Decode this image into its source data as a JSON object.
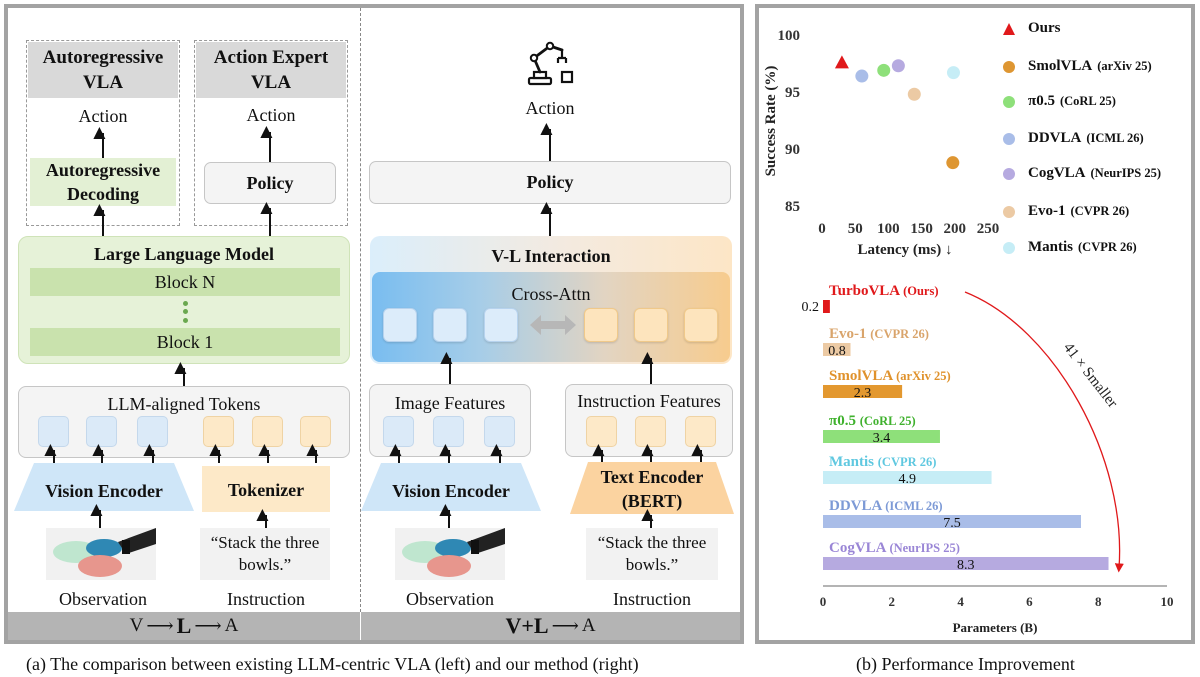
{
  "left": {
    "ar_title": "Autoregressive VLA",
    "ae_title": "Action Expert VLA",
    "ar_action": "Action",
    "ae_action": "Action",
    "ar_decoding": "Autoregressive Decoding",
    "policy": "Policy",
    "llm_title": "Large Language Model",
    "block_n": "Block N",
    "block_1": "Block 1",
    "tokens_label": "LLM-aligned Tokens",
    "vision_encoder": "Vision Encoder",
    "tokenizer": "Tokenizer",
    "instruction_quote": "“Stack the three bowls.”",
    "observation": "Observation",
    "instruction": "Instruction",
    "formula": {
      "v": "V",
      "l": "L",
      "a": "A"
    }
  },
  "right": {
    "action": "Action",
    "policy": "Policy",
    "vl_title": "V-L Interaction",
    "cross_attn": "Cross-Attn",
    "image_features": "Image Features",
    "instruction_features": "Instruction Features",
    "vision_encoder": "Vision Encoder",
    "text_encoder_line1": "Text Encoder",
    "text_encoder_line2": "(BERT)",
    "instruction_quote": "“Stack the three bowls.”",
    "observation": "Observation",
    "instruction": "Instruction",
    "formula": {
      "vl": "V+L",
      "a": "A"
    }
  },
  "captions": {
    "a": "(a) The comparison between existing LLM-centric VLA (left) and our method (right)",
    "b": "(b) Performance Improvement"
  },
  "icons": [
    "robot-arm-icon",
    "observation-image"
  ],
  "chart_data": [
    {
      "type": "scatter",
      "xlabel": "Latency (ms) ↓",
      "ylabel": "Success Rate (%)",
      "xlim": [
        0,
        250
      ],
      "ylim": [
        85,
        100
      ],
      "xticks": [
        "0",
        "50",
        "100",
        "150",
        "200",
        "250"
      ],
      "yticks": [
        "85",
        "90",
        "95",
        "100"
      ],
      "legend_position": "right",
      "series": [
        {
          "name": "Ours",
          "venue": "",
          "x": 30,
          "y": 97.6,
          "color": "#e0191b",
          "marker": "triangle"
        },
        {
          "name": "SmolVLA",
          "venue": "(arXiv 25)",
          "x": 197,
          "y": 88.8,
          "color": "#de9632",
          "marker": "circle"
        },
        {
          "name": "π0.5",
          "venue": "(CoRL 25)",
          "x": 93,
          "y": 96.9,
          "color": "#8ee07a",
          "marker": "circle"
        },
        {
          "name": "DDVLA",
          "venue": "(ICML 26)",
          "x": 60,
          "y": 96.4,
          "color": "#a9bde8",
          "marker": "circle"
        },
        {
          "name": "CogVLA",
          "venue": "(NeurIPS 25)",
          "x": 115,
          "y": 97.3,
          "color": "#b6aae0",
          "marker": "circle"
        },
        {
          "name": "Evo-1",
          "venue": "(CVPR 26)",
          "x": 139,
          "y": 94.8,
          "color": "#eccaa4",
          "marker": "circle"
        },
        {
          "name": "Mantis",
          "venue": "(CVPR 26)",
          "x": 198,
          "y": 96.7,
          "color": "#c6edf6",
          "marker": "circle"
        }
      ]
    },
    {
      "type": "bar",
      "orientation": "horizontal",
      "xlabel": "Parameters (B)",
      "xlim": [
        0,
        10
      ],
      "xticks": [
        "0",
        "2",
        "4",
        "6",
        "8",
        "10"
      ],
      "annotation": "41 × Smaller",
      "bars": [
        {
          "name": "TurboVLA",
          "venue": "(Ours)",
          "value": 0.2,
          "label": "0.2",
          "color": "#e0191b",
          "text_color": "#e0191b"
        },
        {
          "name": "Evo-1",
          "venue": "(CVPR 26)",
          "value": 0.8,
          "label": "0.8",
          "color": "#eccaa4",
          "text_color": "#d9a46b"
        },
        {
          "name": "SmolVLA",
          "venue": "(arXiv 25)",
          "value": 2.3,
          "label": "2.3",
          "color": "#e3982f",
          "text_color": "#e0922c"
        },
        {
          "name": "π0.5",
          "venue": "(CoRL 25)",
          "value": 3.4,
          "label": "3.4",
          "color": "#8ee07a",
          "text_color": "#3fb12d"
        },
        {
          "name": "Mantis",
          "venue": "(CVPR 26)",
          "value": 4.9,
          "label": "4.9",
          "color": "#c6edf6",
          "text_color": "#5fc8e0"
        },
        {
          "name": "DDVLA",
          "venue": "(ICML 26)",
          "value": 7.5,
          "label": "7.5",
          "color": "#a9bde8",
          "text_color": "#7d9ad6"
        },
        {
          "name": "CogVLA",
          "venue": "(NeurIPS 25)",
          "value": 8.3,
          "label": "8.3",
          "color": "#b6aae0",
          "text_color": "#9a86d6"
        }
      ]
    }
  ]
}
